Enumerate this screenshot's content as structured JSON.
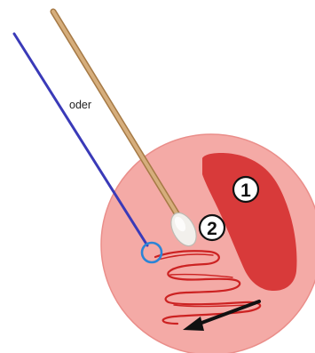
{
  "figure": {
    "alternative_label": "oder",
    "steps": [
      {
        "number": "1"
      },
      {
        "number": "2"
      }
    ]
  },
  "colors": {
    "plate": "#f4aaa6",
    "plate_edge": "#ea8e8a",
    "inoculum_area": "#d83a3a",
    "streak_line": "#cc2222",
    "loop_wire": "#3a3ab8",
    "loop_ring": "#2b84d6",
    "swab_shaft": "#c9a06e",
    "swab_tip": "#f2f0ec",
    "arrow": "#111111"
  },
  "icons": {
    "inoculation_loop": "inoculation-loop-icon",
    "cotton_swab": "cotton-swab-icon",
    "direction_arrow": "direction-arrow-icon"
  }
}
